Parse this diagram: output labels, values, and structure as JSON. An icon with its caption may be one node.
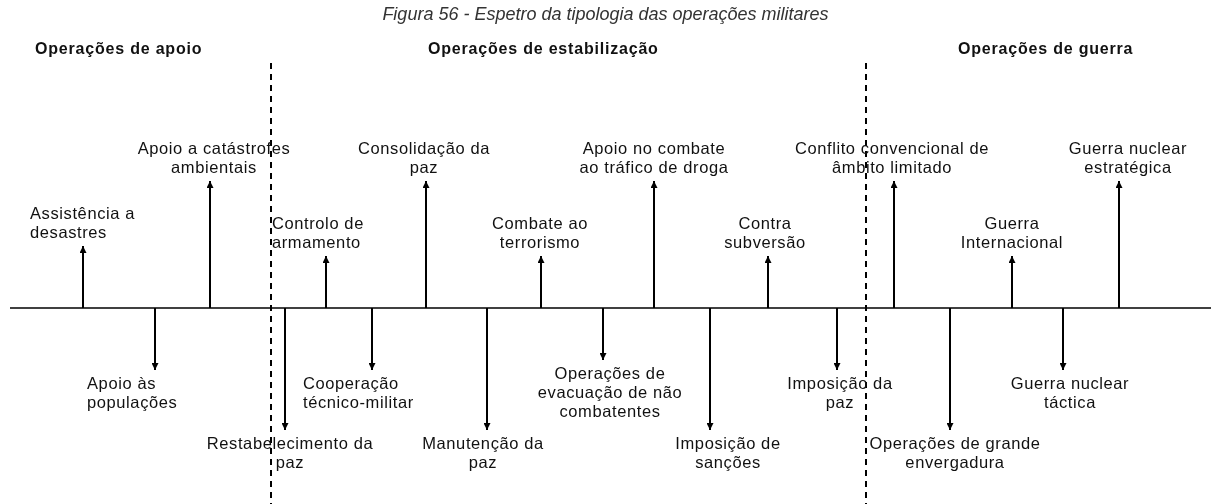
{
  "diagram": {
    "title": "Figura 56 - Espetro da tipologia das operações militares",
    "nodes": [
      {
        "text": [
          "Assistência a desastres"
        ]
      },
      {
        "text": [
          "Apoio às populações"
        ]
      },
      {
        "text": [
          "Apoio a catástrofes ambientais"
        ]
      },
      {
        "text": [
          "Restabelecimento da paz"
        ]
      },
      {
        "text": [
          "Controlo de armamento"
        ]
      },
      {
        "text": [
          "Cooperação técnico-militar"
        ]
      },
      {
        "text": [
          "Consolidação da paz"
        ]
      },
      {
        "text": [
          "Manutenção da paz"
        ]
      },
      {
        "text": [
          "Combate ao terrorismo"
        ]
      },
      {
        "text": [
          "Operações de evacuação de não combatentes"
        ]
      },
      {
        "text": [
          "Apoio no combate ao tráfico de droga"
        ]
      },
      {
        "text": [
          "Imposição de sanções"
        ]
      },
      {
        "text": [
          "Contra subversão"
        ]
      },
      {
        "text": [
          "Imposição da paz"
        ]
      },
      {
        "text": [
          "Conflito convencional de âmbito limitado"
        ]
      },
      {
        "text": [
          "Operações de grande envergadura"
        ]
      },
      {
        "text": [
          "Guerra Internacional"
        ]
      },
      {
        "text": [
          "Guerra nuclear táctica"
        ]
      },
      {
        "text": [
          "Guerra nuclear estratégica"
        ]
      }
    ],
    "edges": [
      {
        "from": null,
        "to": 0,
        "arrow": "to"
      },
      {
        "from": null,
        "to": 1,
        "arrow": "to"
      },
      {
        "from": null,
        "to": 2,
        "arrow": "to"
      },
      {
        "from": null,
        "to": 3,
        "arrow": "to"
      },
      {
        "from": null,
        "to": 4,
        "arrow": "to"
      },
      {
        "from": null,
        "to": 5,
        "arrow": "to"
      },
      {
        "from": null,
        "to": 6,
        "arrow": "to"
      },
      {
        "from": null,
        "to": 7,
        "arrow": "to"
      },
      {
        "from": null,
        "to": 8,
        "arrow": "to"
      },
      {
        "from": null,
        "to": 9,
        "arrow": "to"
      },
      {
        "from": null,
        "to": 10,
        "arrow": "to"
      },
      {
        "from": null,
        "to": 11,
        "arrow": "to"
      },
      {
        "from": null,
        "to": 12,
        "arrow": "to"
      },
      {
        "from": null,
        "to": 13,
        "arrow": "to"
      },
      {
        "from": null,
        "to": 14,
        "arrow": "to"
      },
      {
        "from": null,
        "to": 15,
        "arrow": "to"
      },
      {
        "from": null,
        "to": 16,
        "arrow": "to"
      },
      {
        "from": null,
        "to": 17,
        "arrow": "to"
      },
      {
        "from": null,
        "to": 18,
        "arrow": "to"
      }
    ],
    "labels": [
      "Operações de apoio",
      "Operações de estabilização",
      "Operações de guerra"
    ]
  }
}
